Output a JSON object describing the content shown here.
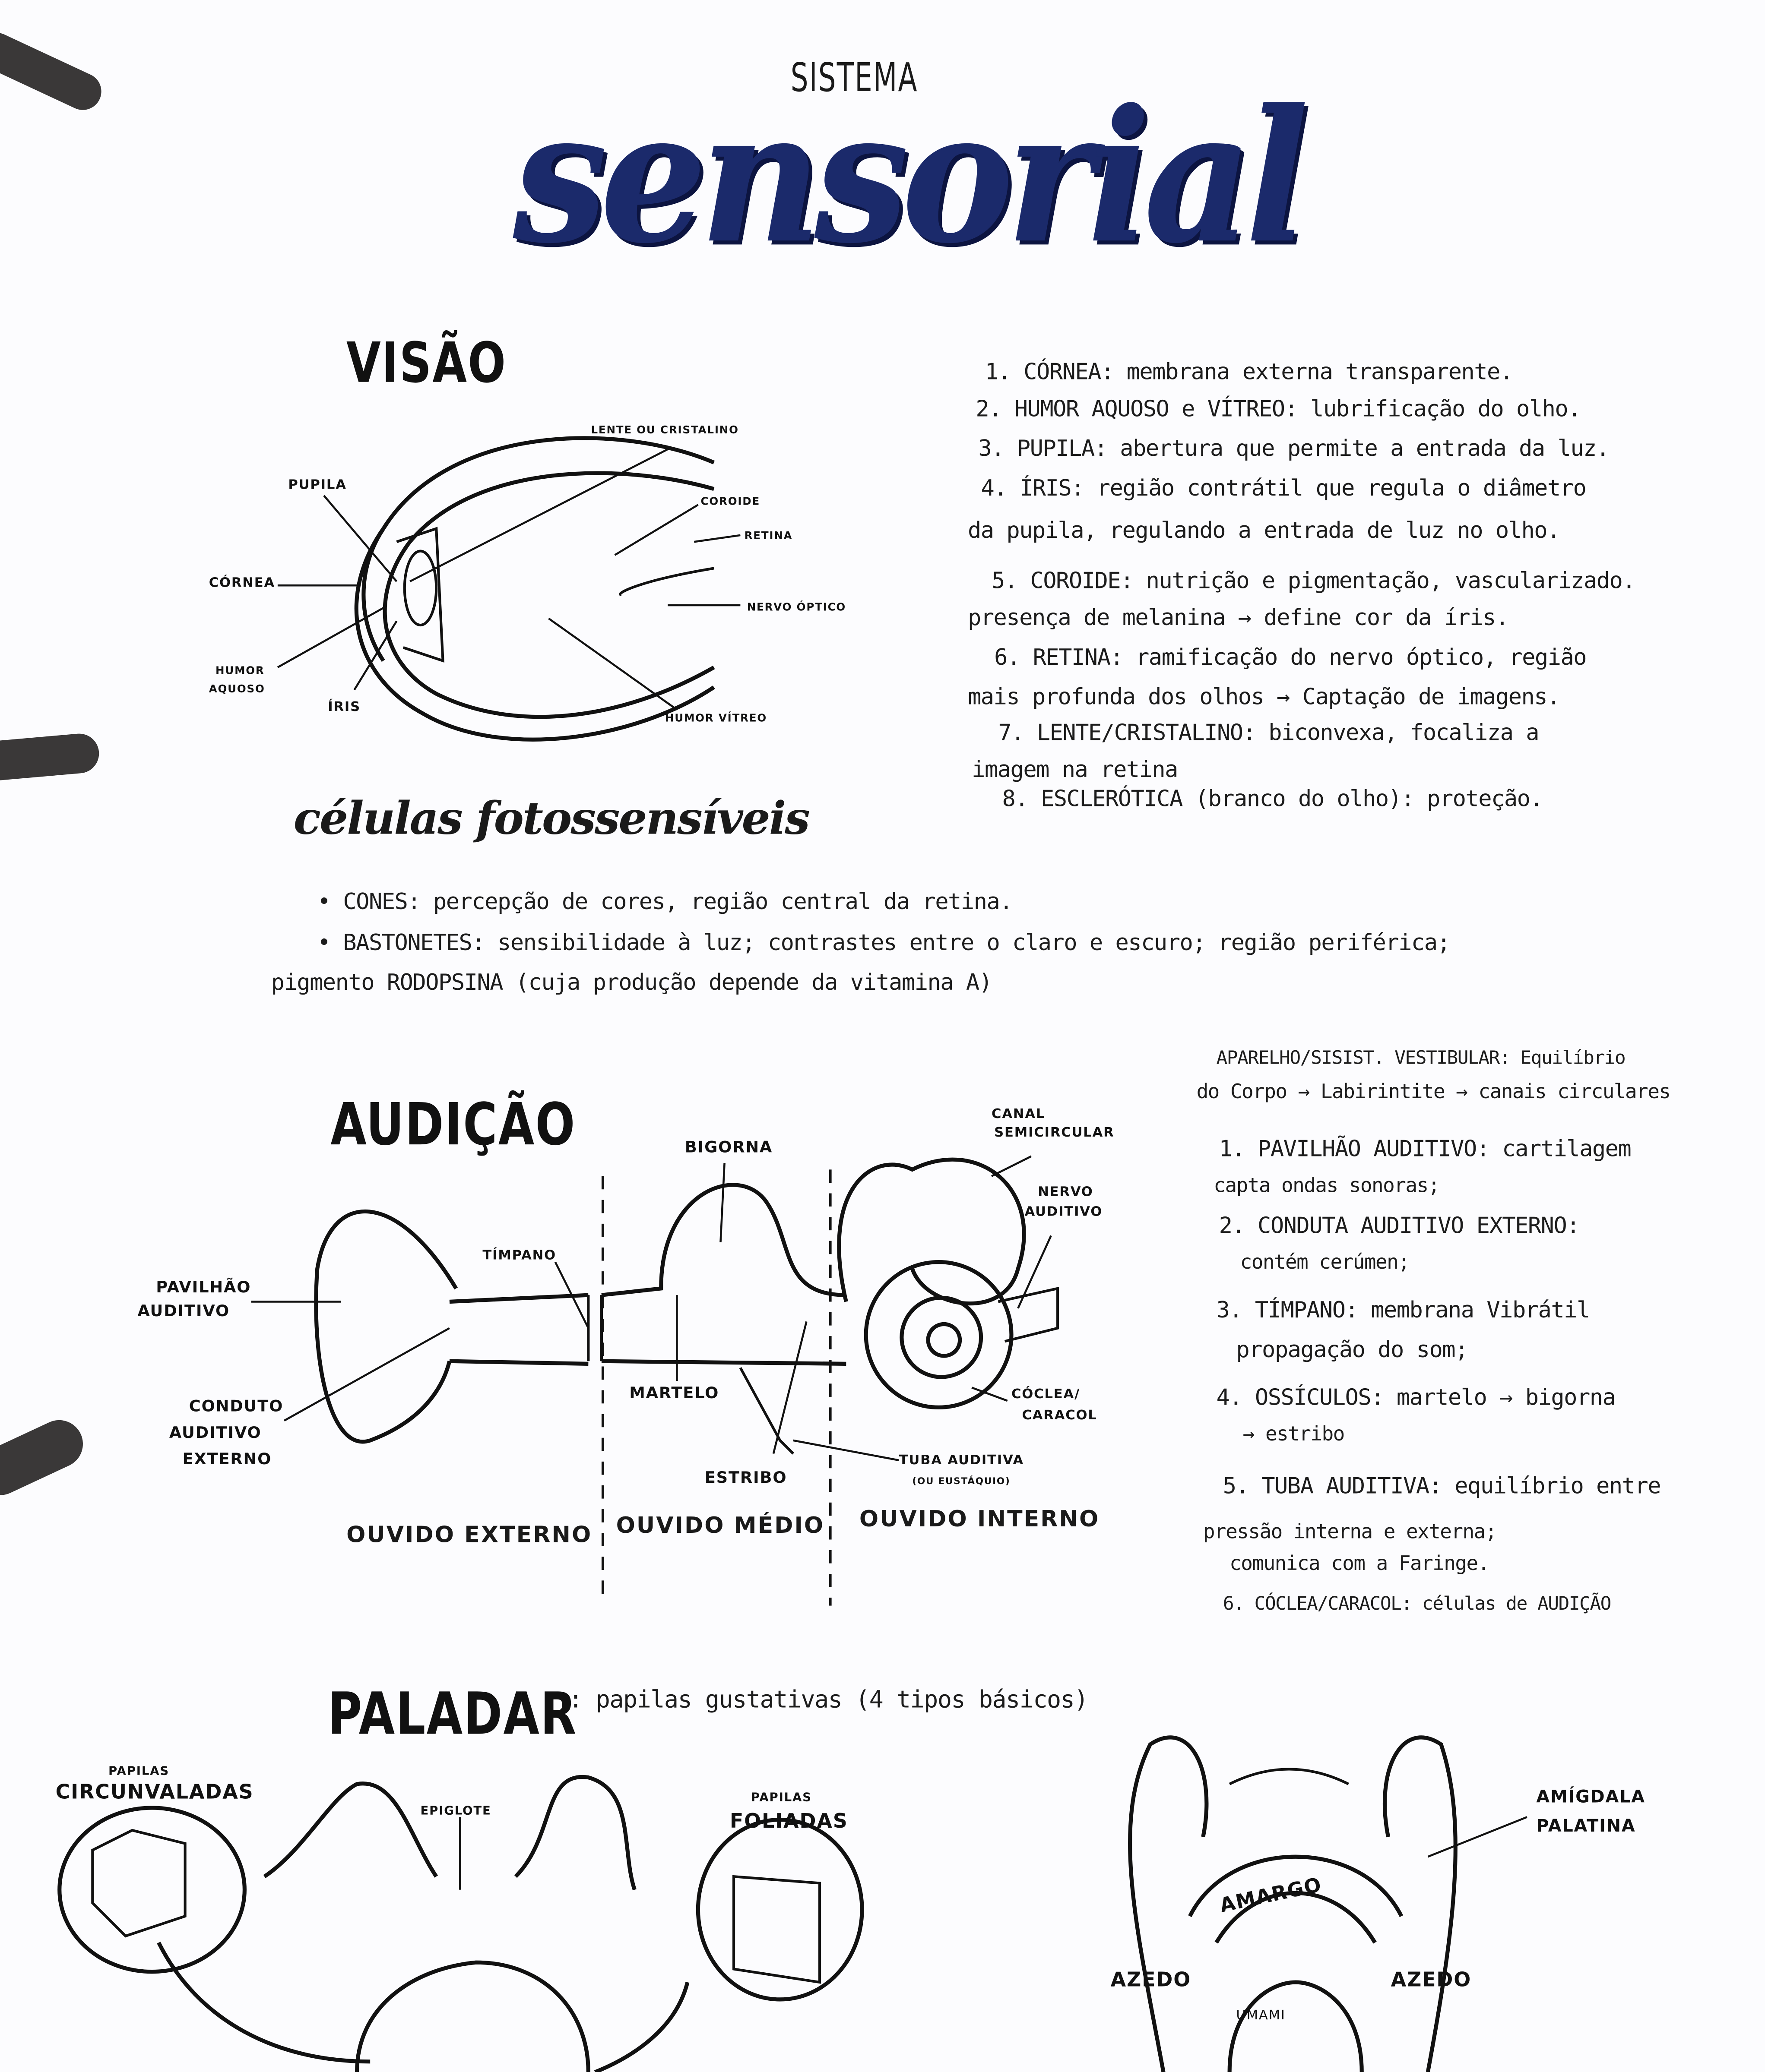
{
  "header": {
    "sistema": "SISTEMA",
    "title": "sensorial",
    "title_color": "#1b2a6b"
  },
  "visao": {
    "heading": "VISÃO",
    "labels": {
      "lente": "LENTE OU CRISTALINO",
      "pupila": "PUPILA",
      "coroide": "COROIDE",
      "retina": "RETINA",
      "cornea": "CÓRNEA",
      "nervo": "NERVO ÓPTICO",
      "humor_aquoso_1": "HUMOR",
      "humor_aquoso_2": "AQUOSO",
      "iris": "ÍRIS",
      "humor_vitreo": "HUMOR VÍTREO"
    },
    "notes": [
      "1. CÓRNEA: membrana externa transparente.",
      "2. HUMOR AQUOSO e VÍTREO: lubrificação do olho.",
      "3. PUPILA: abertura que permite a entrada da luz.",
      "4. ÍRIS: região contrátil que regula o diâmetro",
      "da pupila, regulando a entrada de luz no olho.",
      "5. COROIDE: nutrição e pigmentação, vascularizado.",
      "presença de melanina → define cor da íris.",
      "6. RETINA: ramificação do nervo óptico, região",
      "mais profunda dos olhos → Captação de imagens.",
      "7. LENTE/CRISTALINO: biconvexa, focaliza a",
      "imagem na retina",
      "8. ESCLERÓTICA (branco do olho): proteção."
    ]
  },
  "celulas": {
    "heading": "células fotossensíveis",
    "lines": [
      "• CONES: percepção de cores, região central da retina.",
      "• BASTONETES: sensibilidade à luz; contrastes entre o claro e escuro; região periférica;",
      "pigmento RODOPSINA (cuja produção depende da vitamina A)"
    ]
  },
  "audicao": {
    "heading": "AUDIÇÃO",
    "labels": {
      "canal_1": "CANAL",
      "canal_2": "SEMICIRCULAR",
      "bigorna": "BIGORNA",
      "nervo_1": "NERVO",
      "nervo_2": "AUDITIVO",
      "timpano": "TÍMPANO",
      "pavilhao_1": "PAVILHÃO",
      "pavilhao_2": "AUDITIVO",
      "conduto_1": "CONDUTO",
      "conduto_2": "AUDITIVO",
      "conduto_3": "EXTERNO",
      "martelo": "MARTELO",
      "coclea_1": "CÓCLEA/",
      "coclea_2": "CARACOL",
      "estribo": "ESTRIBO",
      "tuba_1": "TUBA AUDITIVA",
      "tuba_2": "(OU EUSTÁQUIO)"
    },
    "sections": [
      "OUVIDO EXTERNO",
      "OUVIDO MÉDIO",
      "OUVIDO INTERNO"
    ],
    "notes": [
      "APARELHO/SISIST. VESTIBULAR: Equilíbrio",
      "do Corpo → Labirintite → canais circulares",
      "1. PAVILHÃO AUDITIVO: cartilagem",
      "capta ondas sonoras;",
      "2. CONDUTA AUDITIVO EXTERNO:",
      "contém cerúmen;",
      "3. TÍMPANO: membrana Vibrátil",
      "propagação do som;",
      "4. OSSÍCULOS: martelo → bigorna",
      "→ estribo",
      "5. TUBA AUDITIVA: equilíbrio entre",
      "pressão interna e externa;",
      "comunica com a Faringe.",
      "6. CÓCLEA/CARACOL: células de AUDIÇÃO"
    ]
  },
  "paladar": {
    "heading": "PALADAR",
    "subtitle": ": papilas gustativas (4 tipos básicos)",
    "labels": {
      "circ_1": "PAPILAS",
      "circ_2": "CIRCUNVALADAS",
      "epiglote": "EPIGLOTE",
      "fol_1": "PAPILAS",
      "fol_2": "FOLIADAS",
      "amigdala_1": "AMÍGDALA",
      "amigdala_2": "PALATINA",
      "amargo": "AMARGO",
      "azedo_l": "AZEDO",
      "azedo_r": "AZEDO",
      "umami": "UMAMI"
    }
  }
}
